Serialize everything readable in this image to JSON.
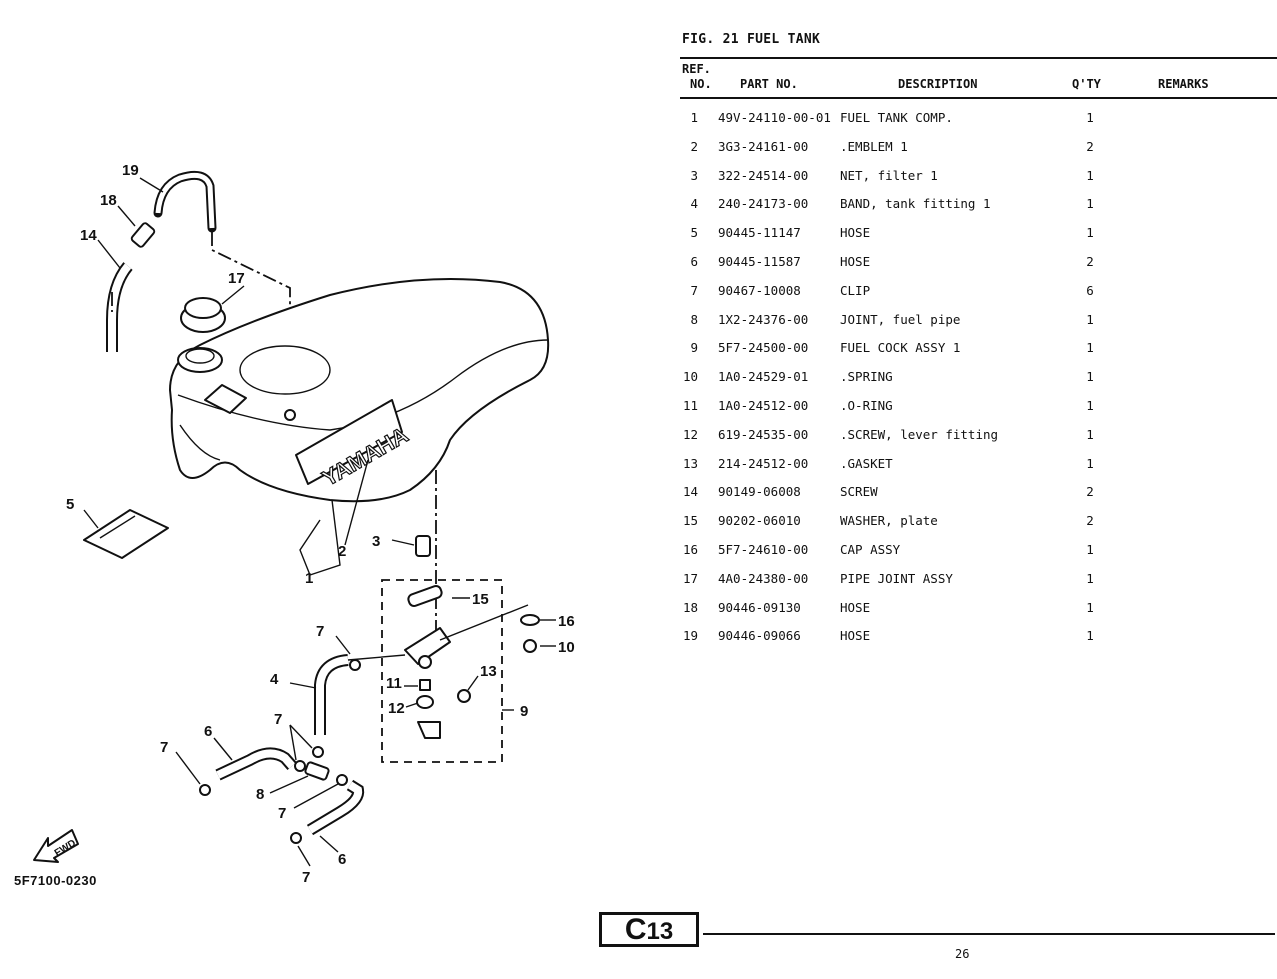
{
  "figure": {
    "title": "FIG. 21  FUEL TANK"
  },
  "table": {
    "headers": {
      "ref_line1": "REF.",
      "ref_line2": "NO.",
      "part_no": "PART NO.",
      "description": "DESCRIPTION",
      "qty": "Q'TY",
      "remarks": "REMARKS"
    },
    "rows": [
      {
        "ref": "1",
        "part_no": "49V-24110-00-01",
        "description": "FUEL TANK COMP.",
        "qty": "1",
        "remarks": ""
      },
      {
        "ref": "2",
        "part_no": "3G3-24161-00",
        "description": ".EMBLEM 1",
        "qty": "2",
        "remarks": ""
      },
      {
        "ref": "3",
        "part_no": "322-24514-00",
        "description": "NET, filter 1",
        "qty": "1",
        "remarks": ""
      },
      {
        "ref": "4",
        "part_no": "240-24173-00",
        "description": "BAND, tank fitting 1",
        "qty": "1",
        "remarks": ""
      },
      {
        "ref": "5",
        "part_no": "90445-11147",
        "description": "HOSE",
        "qty": "1",
        "remarks": ""
      },
      {
        "ref": "6",
        "part_no": "90445-11587",
        "description": "HOSE",
        "qty": "2",
        "remarks": ""
      },
      {
        "ref": "7",
        "part_no": "90467-10008",
        "description": "CLIP",
        "qty": "6",
        "remarks": ""
      },
      {
        "ref": "8",
        "part_no": "1X2-24376-00",
        "description": "JOINT, fuel pipe",
        "qty": "1",
        "remarks": ""
      },
      {
        "ref": "9",
        "part_no": "5F7-24500-00",
        "description": "FUEL COCK ASSY 1",
        "qty": "1",
        "remarks": ""
      },
      {
        "ref": "10",
        "part_no": "1A0-24529-01",
        "description": ".SPRING",
        "qty": "1",
        "remarks": ""
      },
      {
        "ref": "11",
        "part_no": "1A0-24512-00",
        "description": ".O-RING",
        "qty": "1",
        "remarks": ""
      },
      {
        "ref": "12",
        "part_no": "619-24535-00",
        "description": ".SCREW, lever fitting",
        "qty": "1",
        "remarks": ""
      },
      {
        "ref": "13",
        "part_no": "214-24512-00",
        "description": ".GASKET",
        "qty": "1",
        "remarks": ""
      },
      {
        "ref": "14",
        "part_no": "90149-06008",
        "description": "SCREW",
        "qty": "2",
        "remarks": ""
      },
      {
        "ref": "15",
        "part_no": "90202-06010",
        "description": "WASHER, plate",
        "qty": "2",
        "remarks": ""
      },
      {
        "ref": "16",
        "part_no": "5F7-24610-00",
        "description": "CAP ASSY",
        "qty": "1",
        "remarks": ""
      },
      {
        "ref": "17",
        "part_no": "4A0-24380-00",
        "description": "PIPE JOINT ASSY",
        "qty": "1",
        "remarks": ""
      },
      {
        "ref": "18",
        "part_no": "90446-09130",
        "description": "HOSE",
        "qty": "1",
        "remarks": ""
      },
      {
        "ref": "19",
        "part_no": "90446-09066",
        "description": "HOSE",
        "qty": "1",
        "remarks": ""
      }
    ]
  },
  "diagram": {
    "tank_brand": "YAMAHA",
    "fwd_label": "FWD",
    "drawing_code": "5F7100-0230",
    "callouts": [
      "1",
      "2",
      "3",
      "4",
      "5",
      "6",
      "6",
      "7",
      "7",
      "7",
      "7",
      "7",
      "8",
      "9",
      "10",
      "11",
      "12",
      "13",
      "14",
      "15",
      "16",
      "17",
      "18",
      "19"
    ]
  },
  "footer": {
    "badge_letter": "C",
    "badge_number": "13",
    "page_number": "26"
  }
}
